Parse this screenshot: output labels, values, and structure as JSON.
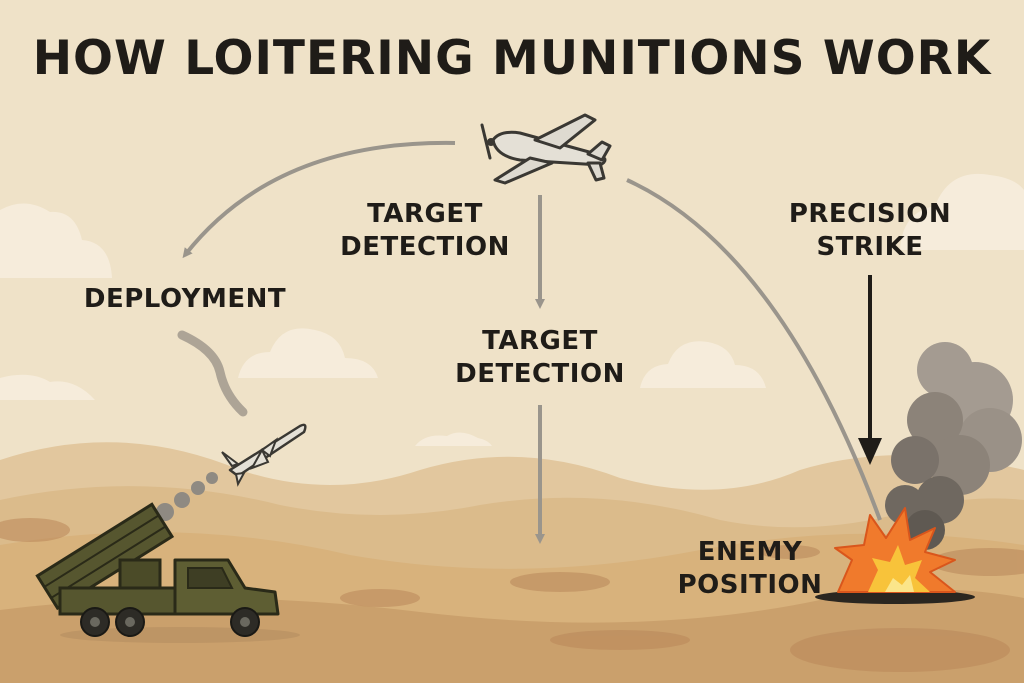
{
  "title": "HOW LOITERING MUNITIONS WORK",
  "steps": {
    "deployment": "DEPLOYMENT",
    "target_detection_1": [
      "TARGET",
      "DETECTION"
    ],
    "target_detection_2": [
      "TARGET",
      "DETECTION"
    ],
    "precision_strike": [
      "PRECISION",
      "STRIKE"
    ],
    "enemy_position": [
      "ENEMY",
      "POSITION"
    ]
  },
  "colors": {
    "sky": "#efe2c8",
    "dune_far": "#e2c79e",
    "dune_mid": "#d8b27c",
    "dune_near": "#caa06c",
    "arrow_gray": "#9a958c",
    "arrow_dark": "#1f1c18",
    "vehicle_green": "#56562f",
    "drone_body": "#e4e0d6",
    "fire_orange": "#f07a2c",
    "smoke": "#8c8379"
  },
  "icons": [
    "launcher-truck-icon",
    "munition-launch-icon",
    "loitering-drone-icon",
    "explosion-icon",
    "smoke-plume-icon",
    "cloud-icon"
  ]
}
